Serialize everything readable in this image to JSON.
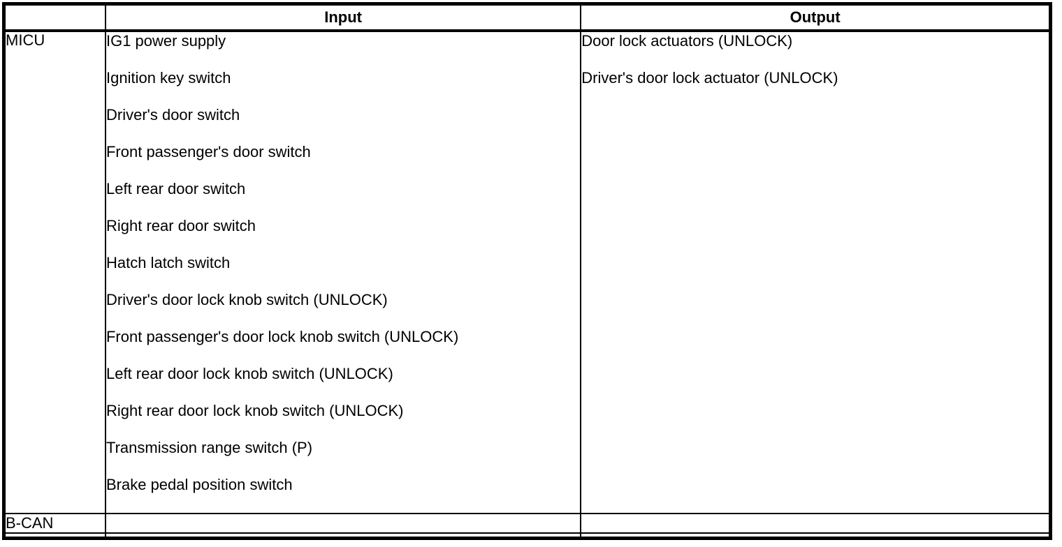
{
  "table": {
    "header": {
      "source_label": "",
      "input_label": "Input",
      "output_label": "Output"
    },
    "rows": [
      {
        "source": "MICU",
        "inputs": [
          "IG1 power supply",
          "Ignition key switch",
          "Driver's door switch",
          "Front passenger's door switch",
          "Left rear door switch",
          "Right rear door switch",
          "Hatch latch switch",
          "Driver's door lock knob switch (UNLOCK)",
          "Front passenger's door lock knob switch (UNLOCK)",
          "Left rear door lock knob switch (UNLOCK)",
          "Right rear door lock knob switch (UNLOCK)",
          "Transmission range switch (P)",
          "Brake pedal position switch"
        ],
        "outputs": [
          "Door lock actuators (UNLOCK)",
          "Driver's door lock actuator (UNLOCK)"
        ]
      },
      {
        "source": "B-CAN",
        "inputs": [],
        "outputs": []
      }
    ]
  },
  "colors": {
    "border": "#000000",
    "background": "#ffffff",
    "text": "#000000"
  }
}
